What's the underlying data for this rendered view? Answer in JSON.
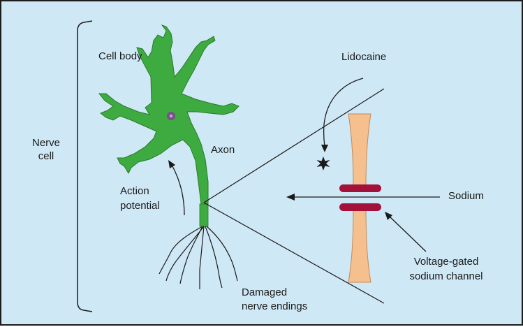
{
  "labels": {
    "nerve_cell_line1": "Nerve",
    "nerve_cell_line2": "cell",
    "cell_body": "Cell body",
    "axon": "Axon",
    "action_potential_line1": "Action",
    "action_potential_line2": "potential",
    "lidocaine": "Lidocaine",
    "sodium": "Sodium",
    "channel_line1": "Voltage-gated",
    "channel_line2": "sodium channel",
    "damaged_line1": "Damaged",
    "damaged_line2": "nerve endings"
  },
  "colors": {
    "background": "#cfe8f5",
    "neuron": "#3dab3f",
    "neuron_outline": "#2a7a2c",
    "nucleus": "#7a4f8c",
    "channel_body": "#f6bf8e",
    "channel_outline": "#c48a55",
    "channel_gate": "#a3123a",
    "line": "#1a1a1a"
  }
}
